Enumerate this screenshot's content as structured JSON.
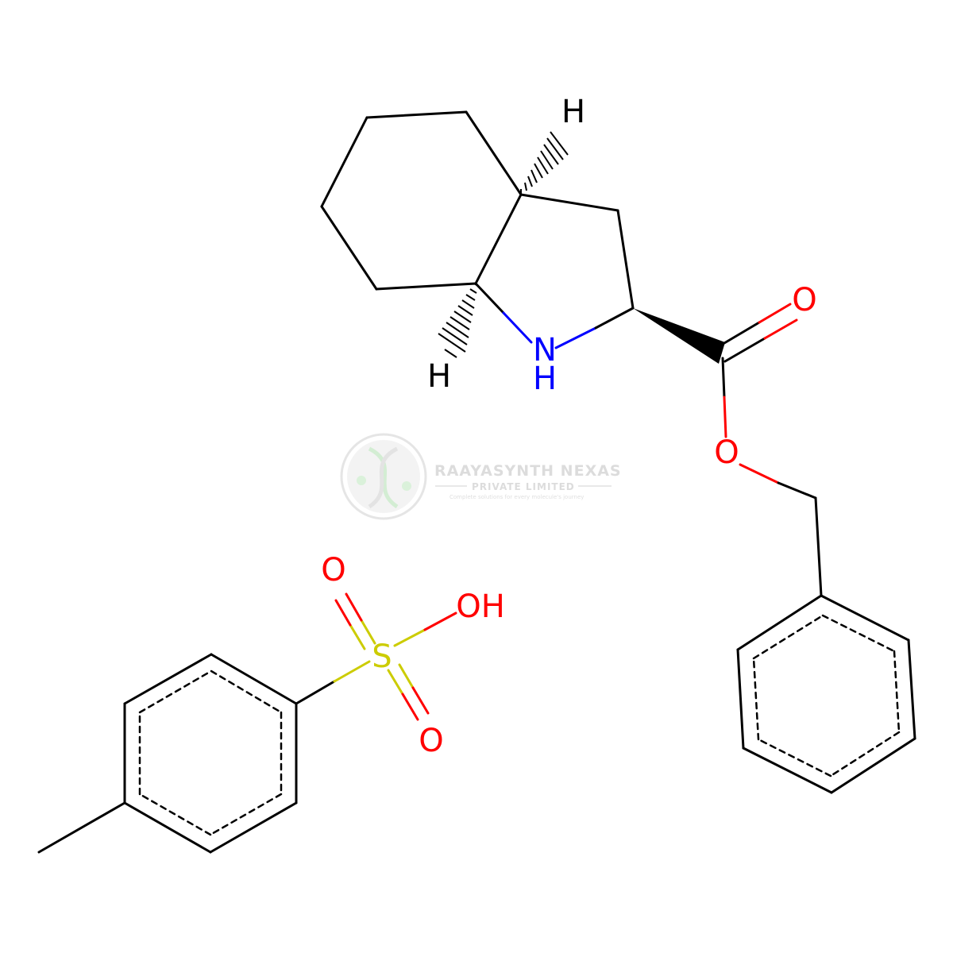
{
  "colors": {
    "bond": "#000000",
    "nitrogen": "#0000ff",
    "oxygen": "#ff0000",
    "sulfur": "#cccc00",
    "watermark": "#d9d9d9",
    "watermark_accent": "#c8ecc8"
  },
  "atom_labels": {
    "h_top": "H",
    "h_bottom": "H",
    "nh_n": "N",
    "nh_h": "H",
    "o_carbonyl": "O",
    "o_ester": "O",
    "o_sulfonyl_top": "O",
    "oh": "OH",
    "s": "S",
    "o_sulfonyl_bottom": "O"
  },
  "watermark": {
    "company": "RAAYASYNTH NEXAS",
    "subtitle": "PRIVATE LIMITED",
    "tagline": "Complete solutions for every molecule's journey",
    "logo_icon": "dna-helix-logo-icon"
  }
}
